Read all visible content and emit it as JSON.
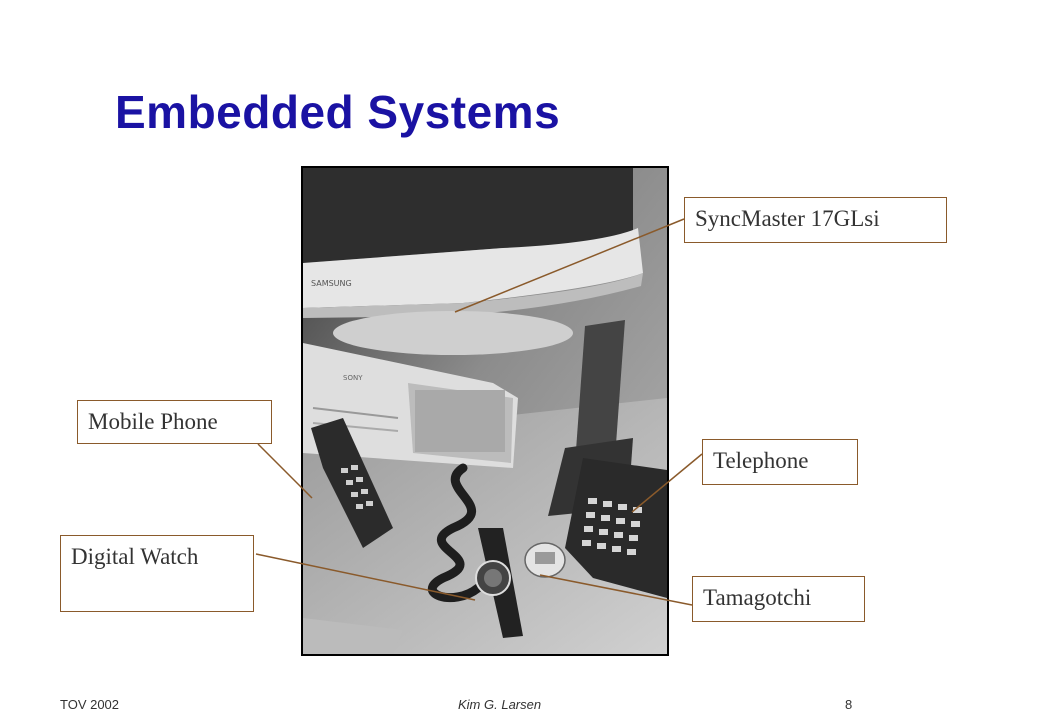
{
  "slide": {
    "title": "Embedded Systems"
  },
  "photo": {
    "content": "grayscale photograph of a computer monitor, a desk telephone, a mobile phone, a digital watch and a tamagotchi"
  },
  "callouts": {
    "monitor": "SyncMaster 17GLsi",
    "mobile_phone": "Mobile Phone",
    "telephone": "Telephone",
    "digital_watch": "Digital Watch",
    "tamagotchi": "Tamagotchi"
  },
  "callout_style": {
    "border_color": "#8a5a2b",
    "title_color": "#1a12a3"
  },
  "footer": {
    "left": "TOV 2002",
    "center": "Kim G. Larsen",
    "page_number": "8"
  }
}
